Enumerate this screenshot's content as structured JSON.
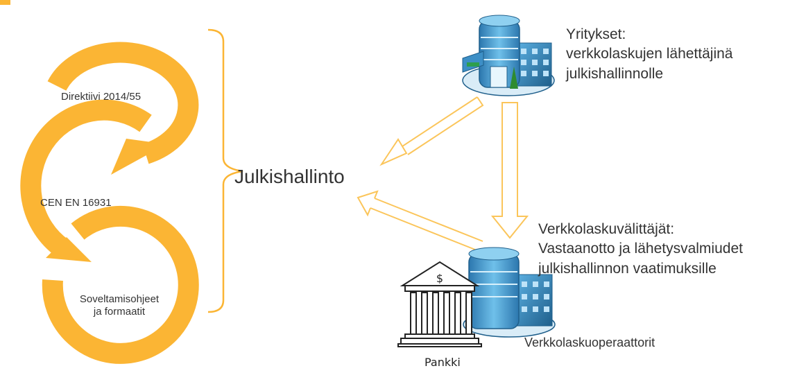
{
  "colors": {
    "accent_orange": "#FBB534",
    "arrow_outline": "#FBC55A",
    "text": "#333333",
    "building_blue": "#4FA3D8",
    "building_dark": "#1F5F8B",
    "bank_stroke": "#222222"
  },
  "center_label": "Julkishallinto",
  "cycle": {
    "steps": [
      {
        "label": "Direktiivi 2014/55"
      },
      {
        "label": "CEN EN 16931"
      },
      {
        "label": "Soveltamisohjeet\nja formaatit"
      }
    ]
  },
  "actors": {
    "companies": {
      "icon": "office-building-icon",
      "title": "Yritykset:",
      "line2": "verkkolaskujen lähettäjinä",
      "line3": "julkishallinnolle"
    },
    "intermediaries": {
      "title": "Verkkolaskuvälittäjät:",
      "line2": "Vastaanotto ja lähetysvalmiudet",
      "line3": "julkishallinnon vaatimuksille"
    },
    "operators": {
      "icon": "office-building-icon",
      "label": "Verkkolaskuoperaattorit"
    },
    "bank": {
      "icon": "bank-icon",
      "symbol": "$",
      "label": "Pankki"
    }
  }
}
